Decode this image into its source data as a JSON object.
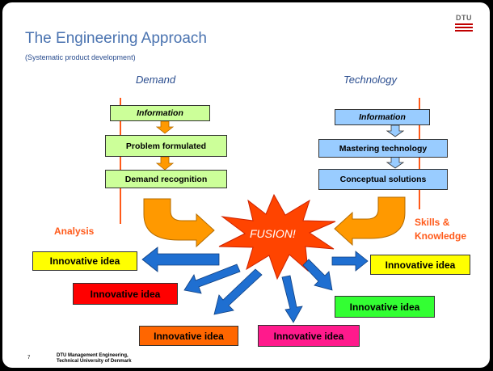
{
  "slide": {
    "title": "The Engineering Approach",
    "subtitle": "(Systematic product development)",
    "logo_text": "DTU"
  },
  "demand": {
    "heading": "Demand",
    "boxes": [
      "Information",
      "Problem formulated",
      "Demand recognition"
    ]
  },
  "technology": {
    "heading": "Technology",
    "boxes": [
      "Information",
      "Mastering technology",
      "Conceptual solutions"
    ]
  },
  "labels": {
    "analysis": "Analysis",
    "skills_line1": "Skills &",
    "skills_line2": "Knowledge",
    "fusion": "FUSION!"
  },
  "ideas": [
    {
      "text": "Innovative idea",
      "color": "#ffff00"
    },
    {
      "text": "Innovative idea",
      "color": "#ffff00"
    },
    {
      "text": "Innovative idea",
      "color": "#ff0000"
    },
    {
      "text": "Innovative idea",
      "color": "#33ff33"
    },
    {
      "text": "Innovative idea",
      "color": "#ff6600"
    },
    {
      "text": "Innovative idea",
      "color": "#ff1a8c"
    }
  ],
  "colors": {
    "title_blue": "#4a73b0",
    "green_box": "#ccff99",
    "blue_box": "#99ccff",
    "orange_arrow": "#ff9900",
    "blue_arrow": "#1f6fd1",
    "fusion_star": "#ff4400",
    "red_line": "#ff5a1a"
  },
  "footer": {
    "page_number": "7",
    "line1": "DTU Management Engineering,",
    "line2": "Technical University of Denmark"
  }
}
